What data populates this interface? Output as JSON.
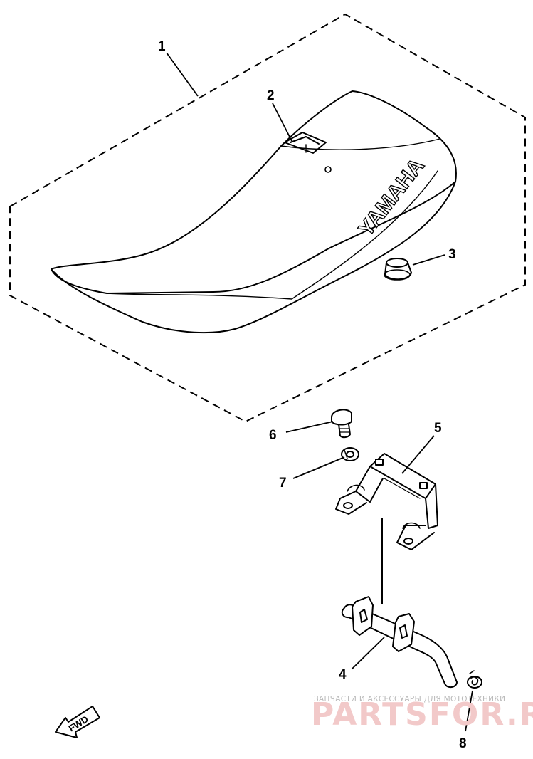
{
  "callouts": {
    "c1": "1",
    "c2": "2",
    "c3": "3",
    "c4": "4",
    "c5": "5",
    "c6": "6",
    "c7": "7",
    "c8": "8"
  },
  "seat_logo": "YAMAHA",
  "fwd_arrow_label": "FWD",
  "watermark": {
    "tagline": "ЗАПЧАСТИ И АКСЕССУАРЫ ДЛЯ МОТОТЕХНИКИ",
    "site": "PARTSFOR.RU"
  },
  "colors": {
    "ink": "#000000",
    "watermark_red": "#f2c9c9",
    "watermark_gray": "#b9b9b9"
  }
}
